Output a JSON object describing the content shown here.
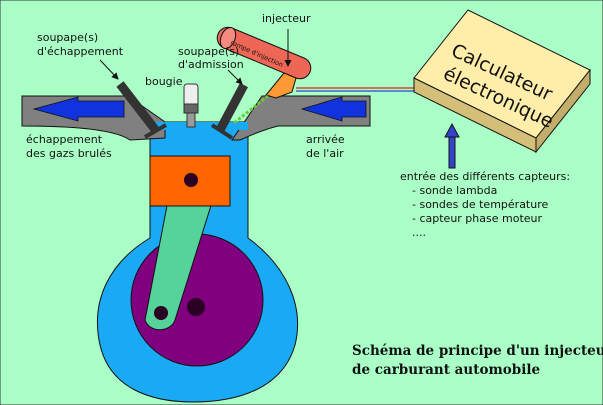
{
  "labels": {
    "soupape_echappement_1": "soupape(s)",
    "soupape_echappement_2": "d'échappement",
    "bougie": "bougie",
    "soupape_admission_1": "soupape(s)",
    "soupape_admission_2": "d'admission",
    "injecteur": "injecteur",
    "rampe": "rampe d'injection",
    "echappement_1": "échappement",
    "echappement_2": "des gazs brulés",
    "arrivee_1": "arrivée",
    "arrivee_2": "de l'air",
    "calculateur_1": "Calculateur",
    "calculateur_2": "électronique",
    "capteurs_title": "entrée des différents capteurs:",
    "capteurs_items": [
      "- sonde lambda",
      "- sondes de température",
      "- capteur phase moteur",
      "...."
    ]
  },
  "caption": {
    "line1": "Schéma de principe d'un injecteur",
    "line2": "de carburant automobile"
  },
  "colors": {
    "background": "#aaffc6",
    "engine_block": "#1aaaf5",
    "piston": "#ff6600",
    "connecting_rod": "#55d39a",
    "crank": "#800080",
    "manifold": "#808080",
    "arrow": "#1133dd",
    "calculator": "#ffeeaa",
    "rail": "#ee6655"
  }
}
